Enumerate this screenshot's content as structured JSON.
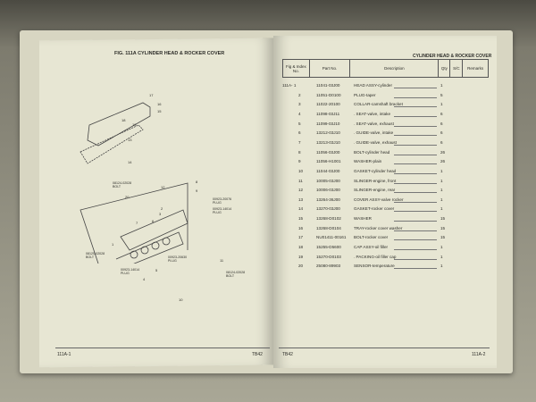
{
  "left_page": {
    "figure_title": "FIG. 111A  CYLINDER HEAD & ROCKER COVER",
    "callouts": [
      "17",
      "16",
      "15",
      "18",
      "19",
      "13",
      "14",
      "08124-02028 BOLT",
      "12",
      "8",
      "9",
      "20",
      "00923-20076 PLUG",
      "00923-14014 PLUG",
      "2",
      "3",
      "7",
      "6",
      "1",
      "08120-02028 BOLT",
      "00923-20630 PLUG",
      "11",
      "00923-14014 PLUG",
      "5",
      "4",
      "08124-02028 BOLT",
      "10"
    ],
    "footer_left": "111A-1",
    "footer_right": "TB42"
  },
  "right_page": {
    "section_title": "CYLINDER HEAD & ROCKER COVER",
    "columns": [
      "Fig & Index No.",
      "Part No.",
      "Description",
      "Qty",
      "S/C",
      "Remarks"
    ],
    "rows": [
      {
        "ref": "111A- 1",
        "part": "11041-03J00",
        "desc": "HEAD ASSY-cylinder",
        "qty": "1"
      },
      {
        "ref": "2",
        "part": "11051-D0100",
        "desc": "PLUG-taper",
        "qty": "5"
      },
      {
        "ref": "3",
        "part": "11022-20100",
        "desc": "COLLAR-camshaft bracket",
        "qty": "1"
      },
      {
        "ref": "4",
        "part": "11098-03J11",
        "desc": ". SEAT-valve, intake",
        "qty": "6"
      },
      {
        "ref": "5",
        "part": "11099-03J10",
        "desc": ". SEAT-valve, exhaust",
        "qty": "6"
      },
      {
        "ref": "6",
        "part": "13212-03J10",
        "desc": ". GUIDE-valve, intake",
        "qty": "6"
      },
      {
        "ref": "7",
        "part": "13213-03J10",
        "desc": ". GUIDE-valve, exhaust",
        "qty": "6"
      },
      {
        "ref": "8",
        "part": "11056-03J00",
        "desc": "BOLT-cylinder head",
        "qty": "26"
      },
      {
        "ref": "9",
        "part": "11056-H1001",
        "desc": "WASHER-plain",
        "qty": "26"
      },
      {
        "ref": "10",
        "part": "11044-03J00",
        "desc": "GASKET-cylinder head",
        "qty": "1"
      },
      {
        "ref": "11",
        "part": "10005-03J00",
        "desc": "SLINGER-engine, front",
        "qty": "1"
      },
      {
        "ref": "12",
        "part": "10006-03J00",
        "desc": "SLINGER-engine, rear",
        "qty": "1"
      },
      {
        "ref": "13",
        "part": "13264-36J00",
        "desc": "COVER ASSY-valve rocker",
        "qty": "1"
      },
      {
        "ref": "14",
        "part": "13270-03J00",
        "desc": "GASKET-rocker cover",
        "qty": "1"
      },
      {
        "ref": "15",
        "part": "13268-D0102",
        "desc": "WASHER",
        "qty": "15"
      },
      {
        "ref": "16",
        "part": "13268-D0104",
        "desc": "TRAY-rocker cover washer",
        "qty": "15"
      },
      {
        "ref": "17",
        "part": "NU01411-00161",
        "desc": "BOLT-rocker cover",
        "qty": "15"
      },
      {
        "ref": "18",
        "part": "15255-D5600",
        "desc": "CAP ASSY-oil filler",
        "qty": "1"
      },
      {
        "ref": "19",
        "part": "15270-D0103",
        "desc": ". PACKING-oil filler cap",
        "qty": "1"
      },
      {
        "ref": "20",
        "part": "25080-89903",
        "desc": "SENSOR-temperature",
        "qty": "1"
      }
    ],
    "footer_left": "TB42",
    "footer_right": "111A-2"
  }
}
